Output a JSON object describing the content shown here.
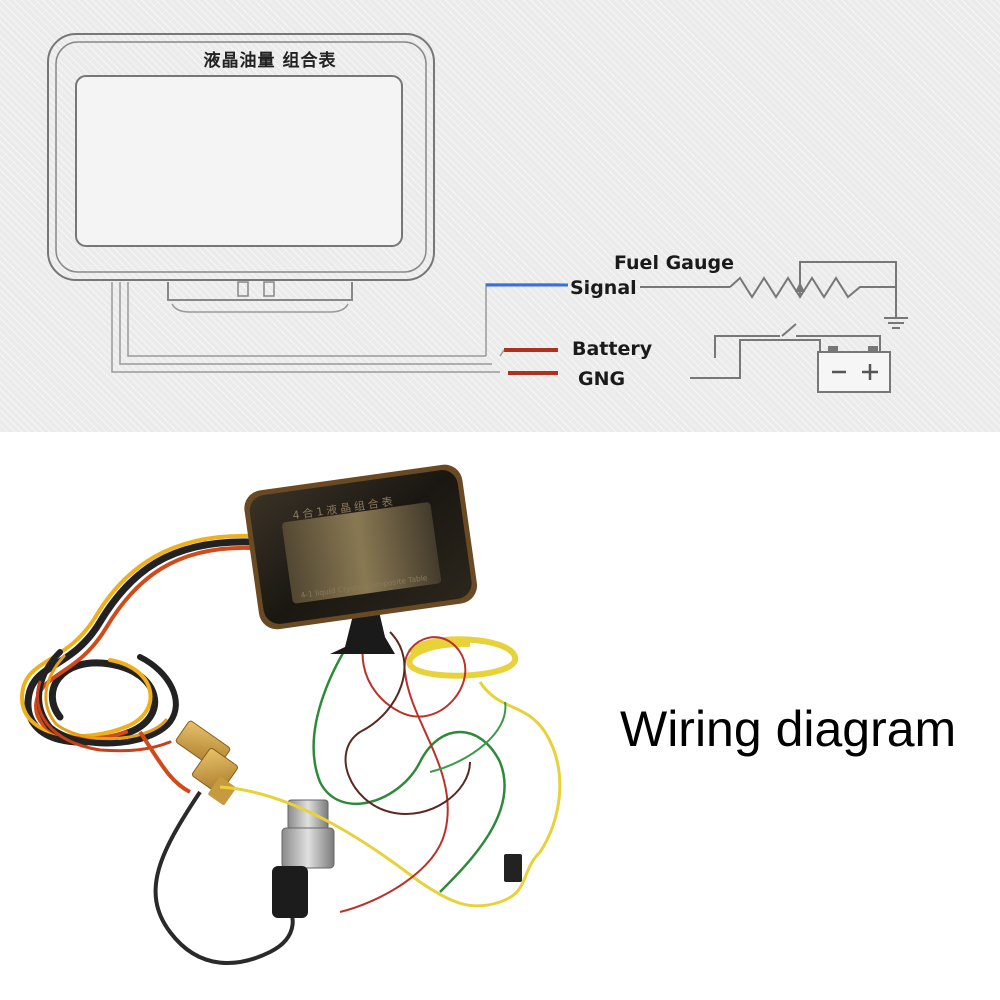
{
  "schematic": {
    "device_title": "液晶油量 组合表",
    "labels": {
      "fuel_gauge": "Fuel Gauge",
      "signal": "Signal",
      "battery": "Battery",
      "gng": "GNG"
    },
    "battery_symbol": "- +",
    "colors": {
      "signal_wire": "#3a6fd8",
      "power_wire": "#b03020",
      "line": "#777777"
    }
  },
  "photo": {
    "caption": "Wiring diagram",
    "lcd_header": "4合1液晶组合表",
    "lcd_footer": "4-1 liquid Crystal Composite Table",
    "cable_colors": [
      "#d04a1a",
      "#f0b01a",
      "#222222"
    ]
  }
}
